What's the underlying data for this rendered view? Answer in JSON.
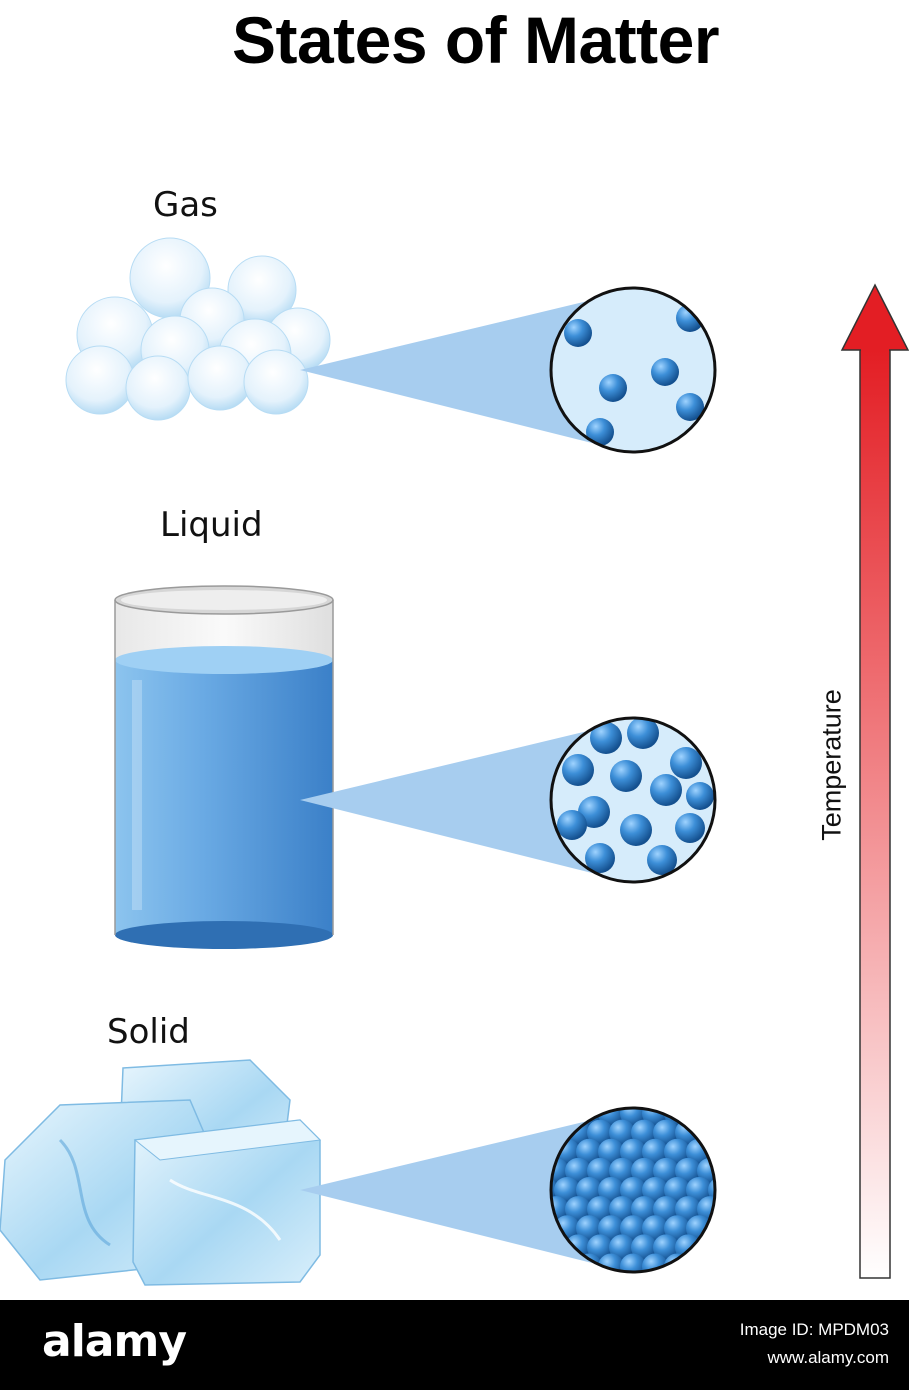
{
  "title": "States of Matter",
  "states": {
    "gas": {
      "label": "Gas"
    },
    "liquid": {
      "label": "Liquid"
    },
    "solid": {
      "label": "Solid"
    }
  },
  "temperature_label": "Temperature",
  "colors": {
    "particle": "#3e8ed6",
    "beam": "#a7cdef",
    "arrow_top": "#e31e24",
    "arrow_bottom": "#ffffff",
    "water": "#5a9fdc",
    "ice": "#bfe3f7"
  },
  "footer": {
    "brand": "alamy",
    "image_id": "Image ID: MPDM03",
    "site": "www.alamy.com"
  }
}
